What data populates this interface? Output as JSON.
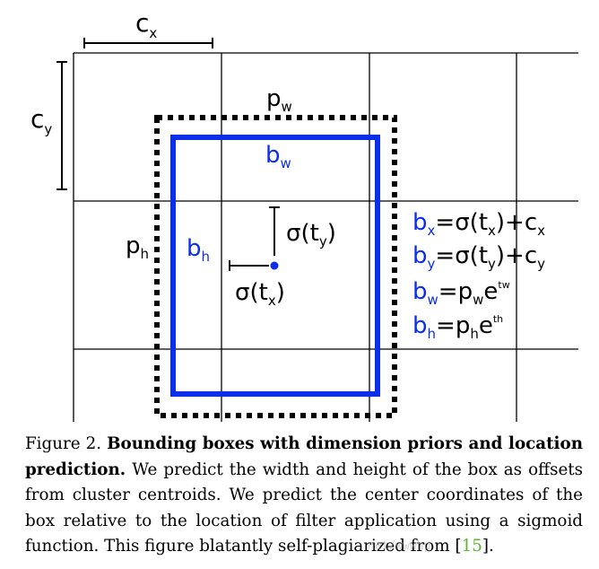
{
  "colors": {
    "prior": "#000000",
    "predicted": "#0b2eea",
    "grid": "#000000"
  },
  "labels": {
    "cx": {
      "main": "c",
      "sub": "x"
    },
    "cy": {
      "main": "c",
      "sub": "y"
    },
    "pw": {
      "main": "p",
      "sub": "w"
    },
    "ph": {
      "main": "p",
      "sub": "h"
    },
    "bw": {
      "main": "b",
      "sub": "w"
    },
    "bh": {
      "main": "b",
      "sub": "h"
    },
    "sigma_ty": {
      "pre": "σ(t",
      "sub": "y",
      "post": ")"
    },
    "sigma_tx": {
      "pre": "σ(t",
      "sub": "x",
      "post": ")"
    }
  },
  "equations": [
    {
      "lhs": "b",
      "lhs_sub": "x",
      "rhs": [
        "=σ(t",
        "x",
        ")+c",
        "x"
      ]
    },
    {
      "lhs": "b",
      "lhs_sub": "y",
      "rhs": [
        "=σ(t",
        "y",
        ")+c",
        "y"
      ]
    },
    {
      "lhs": "b",
      "lhs_sub": "w",
      "rhs": [
        "=p",
        "w",
        "e",
        "tw"
      ]
    },
    {
      "lhs": "b",
      "lhs_sub": "h",
      "rhs": [
        "=p",
        "h",
        "e",
        "th"
      ]
    }
  ],
  "caption": {
    "figure_label": "Figure 2.",
    "bold_title": "Bounding boxes with dimension priors and location prediction.",
    "body": "We predict the width and height of the box as offsets from cluster centroids.  We predict the center coordinates of the box relative to the location of filter application using a sigmoid function. This figure blatantly self-plagiarized from [",
    "ref": "15",
    "end": "]."
  },
  "watermark": "net/wwwhp"
}
